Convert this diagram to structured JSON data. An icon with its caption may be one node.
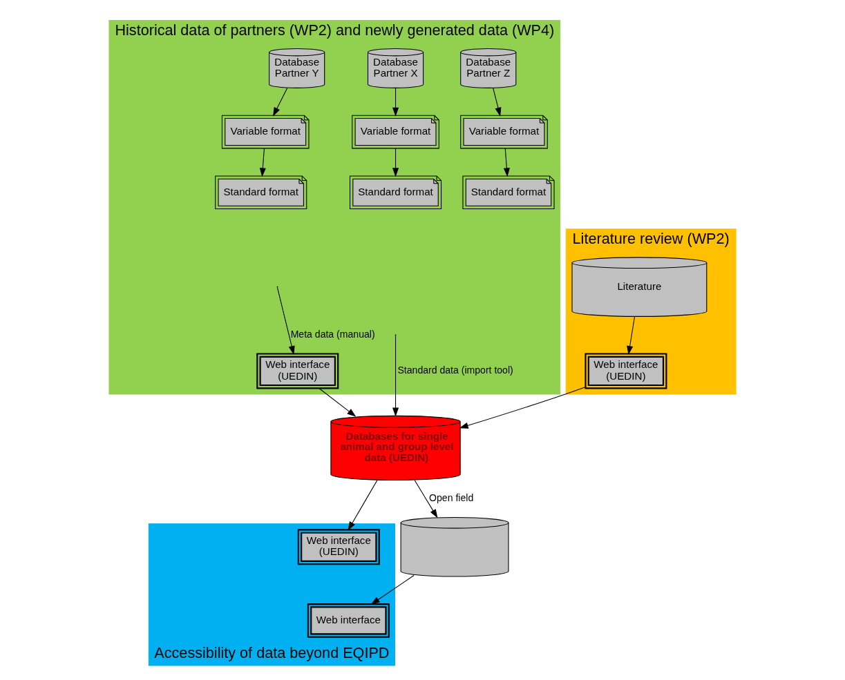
{
  "diagram": {
    "nodes": [
      {
        "text": [
          "Historical data of partners (WP2) and newly generated data (WP4)"
        ]
      },
      {
        "text": [
          "Database Partner X"
        ],
        "in": 0
      },
      {
        "text": [
          "Database Partner Y"
        ],
        "in": 0
      },
      {
        "text": [
          "Database Partner Z"
        ],
        "in": 0
      },
      {
        "text": [
          "Variable format"
        ],
        "in": 0
      },
      {
        "text": [
          "Variable format"
        ],
        "in": 0
      },
      {
        "text": [
          "Variable format"
        ],
        "in": 0
      },
      {
        "text": [
          "Standard format"
        ],
        "in": 0
      },
      {
        "text": [
          "Standard format"
        ],
        "in": 0
      },
      {
        "text": [
          "Standard format"
        ],
        "in": 0
      },
      {
        "text": [
          "Web interface (UEDIN)"
        ],
        "in": 0
      },
      {
        "text": [
          "Literature review (WP2)"
        ]
      },
      {
        "text": [
          "Literature"
        ],
        "in": 11
      },
      {
        "text": [
          "Web interface (UEDIN)"
        ],
        "in": 11
      },
      {
        "text": [
          "Databases for single animal and group level data (UEDIN)"
        ]
      },
      {
        "text": [],
        "shape": "cylinder"
      },
      {
        "text": [
          "Accessibility of data beyond EQIPD"
        ]
      },
      {
        "text": [
          "Web interface (UEDIN)"
        ],
        "in": 16
      },
      {
        "text": [
          "Web interface"
        ],
        "in": 16
      }
    ],
    "edges": [
      {
        "from": 1,
        "to": 4,
        "arrow": "to"
      },
      {
        "from": 4,
        "to": 7,
        "arrow": "to"
      },
      {
        "from": 2,
        "to": 5,
        "arrow": "to"
      },
      {
        "from": 5,
        "to": 8,
        "arrow": "to"
      },
      {
        "from": 3,
        "to": 6,
        "arrow": "to"
      },
      {
        "from": 6,
        "to": 9,
        "arrow": "to"
      },
      {
        "from": null,
        "to": 14,
        "arrow": "to",
        "label": "Standard data (import tool)"
      },
      {
        "from": null,
        "to": 10,
        "arrow": "to",
        "label": "Meta data (manual)"
      },
      {
        "from": 10,
        "to": 14,
        "arrow": "to"
      },
      {
        "from": 12,
        "to": 13,
        "arrow": "to"
      },
      {
        "from": 13,
        "to": 14,
        "arrow": "to"
      },
      {
        "from": 14,
        "to": 15,
        "arrow": "to",
        "label": "Open field"
      },
      {
        "from": 14,
        "to": 17,
        "arrow": "to"
      },
      {
        "from": 15,
        "to": 18,
        "arrow": "to"
      }
    ]
  }
}
